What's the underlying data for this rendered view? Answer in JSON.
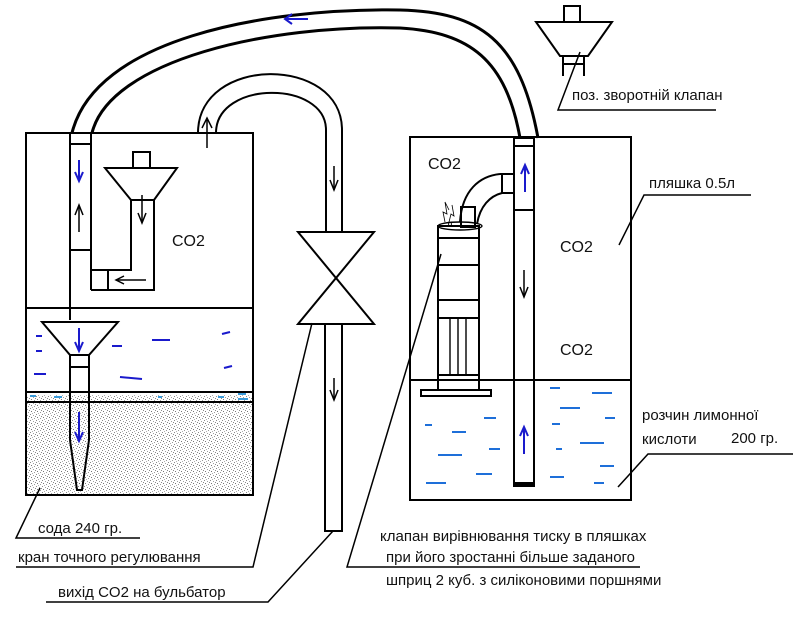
{
  "diagram": {
    "title": "CO2 generator schematic (soda + citric acid)",
    "colors": {
      "line": "#000000",
      "flow_arrow_blue": "#1a1acc",
      "flow_arrow_black": "#000000",
      "water_dash": "#1e6fd9",
      "soda_fill": "#9a9a9a"
    },
    "labels": {
      "check_valve": "поз. зворотній клапан",
      "bottle": "пляшка 0.5л",
      "co2_right_top": "CO2",
      "co2_right_mid": "CO2",
      "co2_right_low": "CO2",
      "co2_left": "CO2",
      "citric_line1": "розчин лимонної",
      "citric_line2": "кислоти",
      "citric_amount": "200 гр.",
      "soda": "сода 240 гр.",
      "fine_tap": "кран точного регулювання",
      "co2_out": "вихід CO2 на бульбатор",
      "pressure_valve_line1": "клапан вирівнювання тиску в пляшках",
      "pressure_valve_line2": "при його зростанні більше заданого",
      "pressure_valve_line3": "шприц 2 куб. з силіконовими поршнями"
    },
    "components": [
      {
        "name": "left-bottle",
        "contents": [
          "CO2",
          "liquid",
          "soda"
        ]
      },
      {
        "name": "right-bottle",
        "contents": [
          "CO2",
          "citric acid solution"
        ]
      },
      {
        "name": "needle-valve"
      },
      {
        "name": "check-valve"
      },
      {
        "name": "syringe-pressure-valve"
      }
    ]
  }
}
